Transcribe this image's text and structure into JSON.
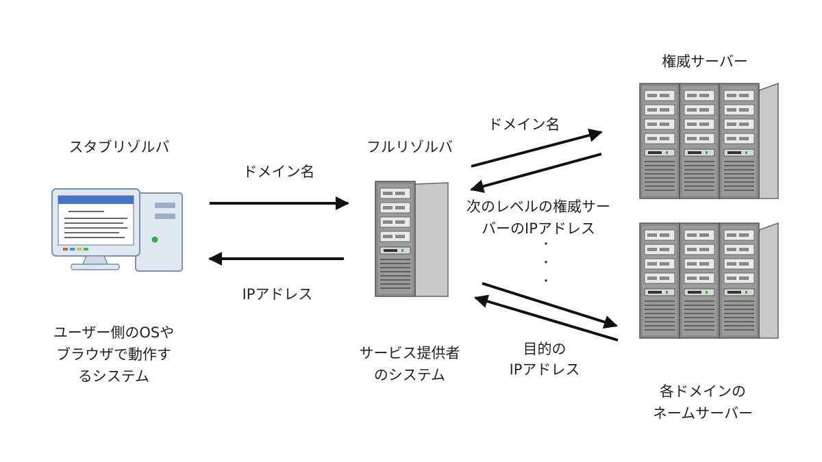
{
  "stub": {
    "title": "スタブリゾルバ",
    "desc_lines": [
      "ユーザー側のOSや",
      "ブラウザで動作す",
      "るシステム"
    ]
  },
  "full": {
    "title": "フルリゾルバ",
    "desc_lines": [
      "サービス提供者",
      "のシステム"
    ]
  },
  "auth": {
    "title": "権威サーバー"
  },
  "ns": {
    "desc_lines": [
      "各ドメインの",
      "ネームサーバー"
    ]
  },
  "arrows": {
    "query_label": "ドメイン名",
    "answer_label": "IPアドレス",
    "query_to_auth_label": "ドメイン名",
    "referral_lines": [
      "次のレベルの権威サー",
      "バーのIPアドレス"
    ],
    "ellipsis": [
      "・",
      "・",
      "・"
    ],
    "final_lines": [
      "目的の",
      "IPアドレス"
    ]
  }
}
